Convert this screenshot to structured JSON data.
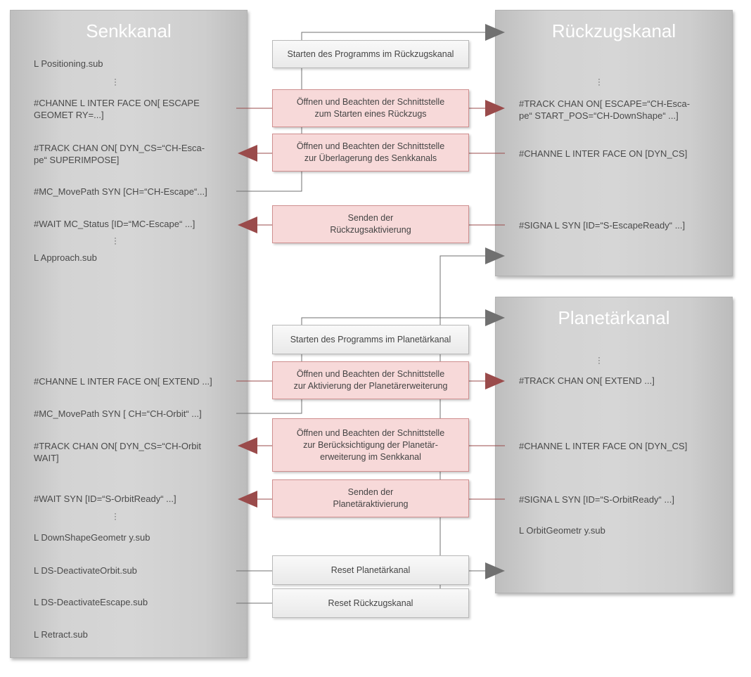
{
  "panels": {
    "senk": {
      "title": "Senkkanal"
    },
    "rueck": {
      "title": "Rückzugskanal"
    },
    "planet": {
      "title": "Planetärkanal"
    }
  },
  "senk_lines": {
    "l1": "L Positioning.sub",
    "l2a": "#CHANNE L INTER FACE ON[ ESCAPE",
    "l2b": "GEOMET RY=...]",
    "l3a": "#TRACK CHAN ON[ DYN_CS=“CH-Esca-",
    "l3b": "pe“ SUPERIMPOSE]",
    "l4": "#MC_MovePath SYN [CH=“CH-Escape“...]",
    "l5": "#WAIT MC_Status [ID=“MC-Escape“ ...]",
    "l6": "L Approach.sub",
    "l7": "#CHANNE L INTER FACE ON[ EXTEND ...]",
    "l8": "#MC_MovePath SYN [ CH=“CH-Orbit“ ...]",
    "l9a": "#TRACK CHAN ON[ DYN_CS=“CH-Orbit",
    "l9b": "WAIT]",
    "l10": "#WAIT SYN [ID=“S-OrbitReady“ ...]",
    "l11": "L DownShapeGeometr y.sub",
    "l12": "L DS-DeactivateOrbit.sub",
    "l13": "L DS-DeactivateEscape.sub",
    "l14": "L Retract.sub"
  },
  "rueck_lines": {
    "r1a": "#TRACK CHAN ON[ ESCAPE=“CH-Esca-",
    "r1b": "pe“ START_POS=“CH-DownShape“ ...]",
    "r2": "#CHANNE L INTER FACE ON [DYN_CS]",
    "r3": "#SIGNA L SYN [ID=“S-EscapeReady“ ...]"
  },
  "planet_lines": {
    "p1": "#TRACK CHAN ON[ EXTEND ...]",
    "p2": "#CHANNE L INTER FACE ON [DYN_CS]",
    "p3": "#SIGNA L SYN [ID=“S-OrbitReady“ ...]",
    "p4": "L OrbitGeometr y.sub"
  },
  "boxes": {
    "b1": "Starten des Programms im Rückzugskanal",
    "b2a": "Öffnen und Beachten der Schnittstelle",
    "b2b": "zum Starten eines Rückzugs",
    "b3a": "Öffnen und Beachten der Schnittstelle",
    "b3b": "zur Überlagerung des Senkkanals",
    "b4a": "Senden der",
    "b4b": "Rückzugsaktivierung",
    "b5": "Starten des Programms im Planetärkanal",
    "b6a": "Öffnen und Beachten der Schnittstelle",
    "b6b": "zur Aktivierung der Planetärerweiterung",
    "b7a": "Öffnen und Beachten der Schnittstelle",
    "b7b": "zur Berücksichtigung der Planetär-",
    "b7c": "erweiterung im Senkkanal",
    "b8a": "Senden der",
    "b8b": "Planetäraktivierung",
    "b9": "Reset Planetärkanal",
    "b10": "Reset Rückzugskanal"
  },
  "colors": {
    "red_arrow": "#9a4b4b",
    "gray_arrow": "#707070",
    "pink_fill": "#f7d9d9",
    "panel_gray": "#d3d3d3"
  }
}
